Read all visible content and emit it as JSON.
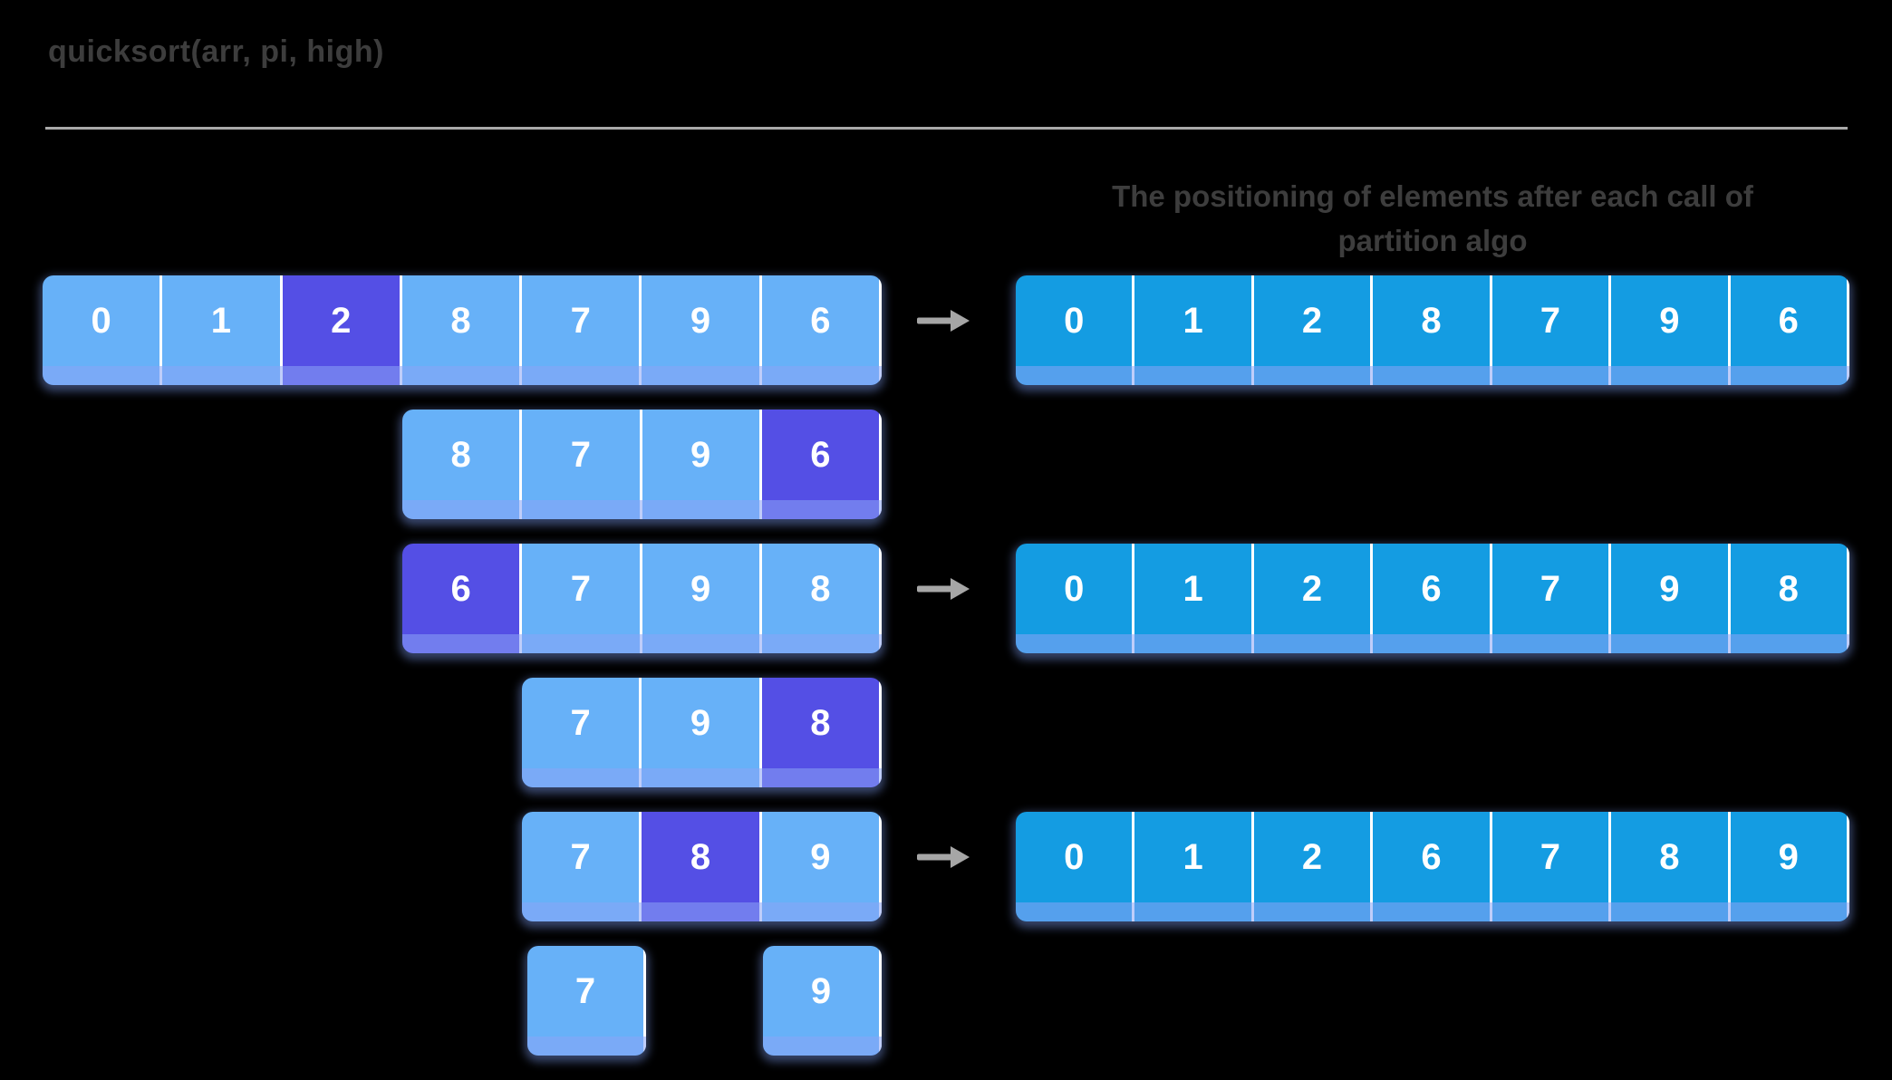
{
  "title": "quicksort(arr, pi, high)",
  "heading": {
    "line1": "The positioning of elements after each call of",
    "line2": "partition algo"
  },
  "colors": {
    "background": "#000000",
    "left_cell": "#67b1f8",
    "right_cell": "#149ce2",
    "highlight": "#544fe5",
    "strip_overlay": "#8ba4f5",
    "cell_text": "#ffffff",
    "divider": "#ffffff",
    "arrow": "#a6a6a6",
    "rule": "#a9a9a9",
    "heading_text": "#3d3d3d"
  },
  "rows": [
    {
      "left": {
        "values": [
          0,
          1,
          2,
          8,
          7,
          9,
          6
        ],
        "highlight_index": 2
      },
      "arrow": true,
      "right": {
        "values": [
          0,
          1,
          2,
          8,
          7,
          9,
          6
        ]
      }
    },
    {
      "left": {
        "values": [
          8,
          7,
          9,
          6
        ],
        "highlight_index": 3
      }
    },
    {
      "left": {
        "values": [
          6,
          7,
          9,
          8
        ],
        "highlight_index": 0
      },
      "arrow": true,
      "right": {
        "values": [
          0,
          1,
          2,
          6,
          7,
          9,
          8
        ]
      }
    },
    {
      "left": {
        "values": [
          7,
          9,
          8
        ],
        "highlight_index": 2
      }
    },
    {
      "left": {
        "values": [
          7,
          8,
          9
        ],
        "highlight_index": 1
      },
      "arrow": true,
      "right": {
        "values": [
          0,
          1,
          2,
          6,
          7,
          8,
          9
        ]
      }
    },
    {
      "singles": [
        7,
        9
      ]
    }
  ]
}
